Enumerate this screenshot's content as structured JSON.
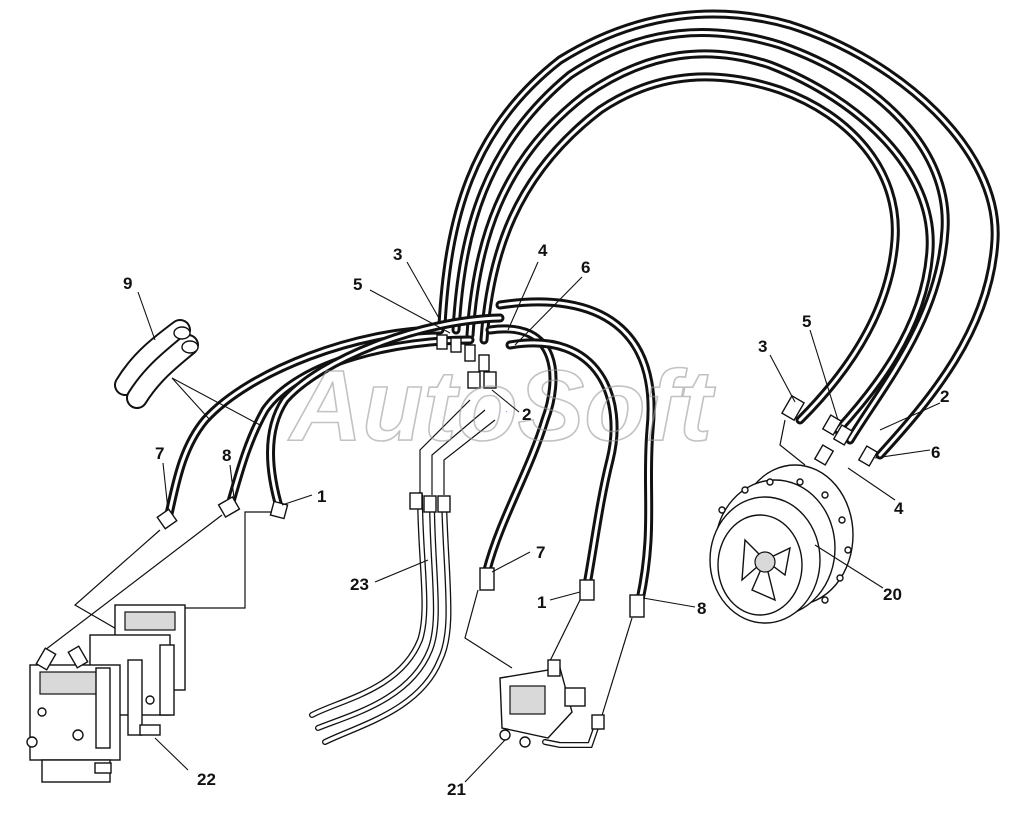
{
  "watermark": "AutoSoft",
  "center_marker": "·",
  "callouts": {
    "c3_top": "3",
    "c4_top": "4",
    "c6_top": "6",
    "c5_top": "5",
    "c9": "9",
    "c2_mid": "2",
    "c7_left": "7",
    "c8_left": "8",
    "c1_left": "1",
    "c23": "23",
    "c7_mid": "7",
    "c1_mid": "1",
    "c8_mid": "8",
    "c22": "22",
    "c21": "21",
    "c5_right": "5",
    "c3_right": "3",
    "c2_right": "2",
    "c6_right": "6",
    "c4_right": "4",
    "c20": "20"
  },
  "colors": {
    "line": "#111111",
    "watermark": "#9a9a9a",
    "background": "#ffffff"
  }
}
